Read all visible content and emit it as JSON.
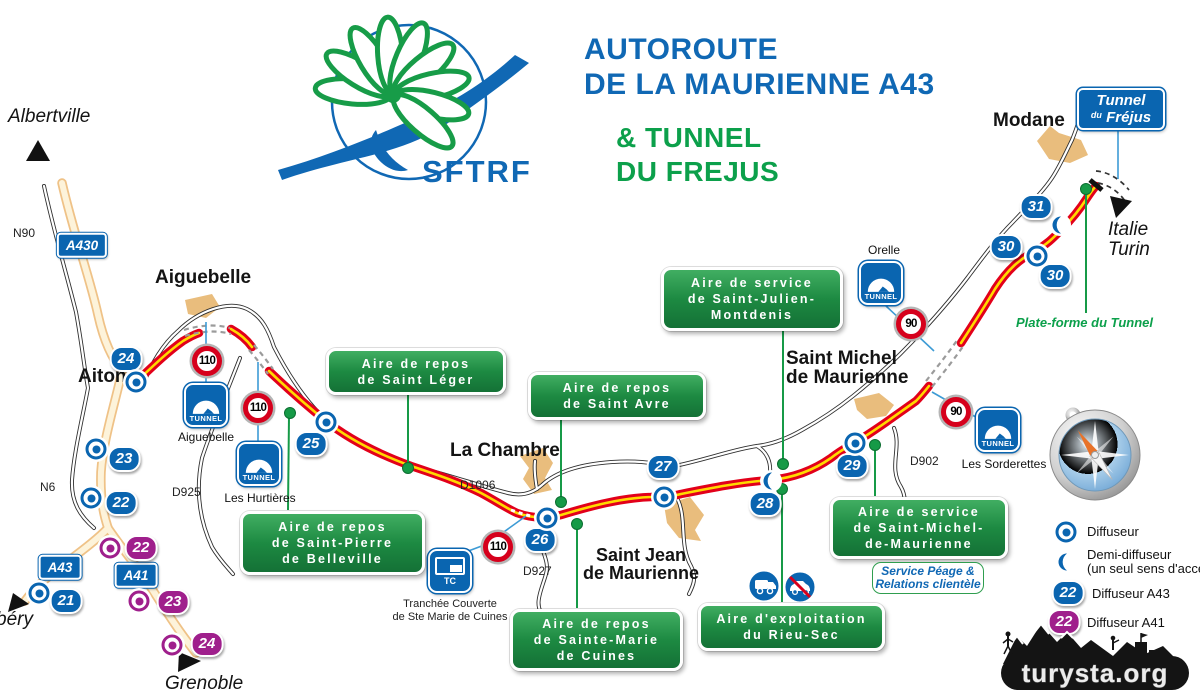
{
  "brand": {
    "org": "SFTRF",
    "title1": "AUTOROUTE",
    "title2": "DE LA MAURIENNE A43",
    "sub1": "& TUNNEL",
    "sub2": "DU FREJUS",
    "credit": "turysta.org"
  },
  "cities": {
    "albertville": "Albertville",
    "aiguebelle": "Aiguebelle",
    "aiton": "Aiton",
    "la_chambre": "La Chambre",
    "saint_jean1": "Saint Jean",
    "saint_jean2": "de Maurienne",
    "saint_michel1": "Saint Michel",
    "saint_michel2": "de Maurienne",
    "modane": "Modane",
    "chambery": "béry",
    "grenoble": "Grenoble",
    "italie1": "Italie",
    "italie2": "Turin"
  },
  "roads": {
    "n90": "N90",
    "n6": "N6",
    "d925": "D925",
    "d1006": "D1006",
    "d927": "D927",
    "d902": "D902"
  },
  "shields": {
    "a430": "A430",
    "a43": "A43",
    "a41": "A41"
  },
  "frejus": {
    "l1": "Tunnel",
    "l2a": "du",
    "l2b": "Fréjus"
  },
  "tunnels": {
    "sign": "TUNNEL",
    "tc": "TC",
    "aiguebelle": "Aiguebelle",
    "hurtieres": "Les Hurtières",
    "orelle": "Orelle",
    "sorderettes": "Les Sorderettes",
    "tranchee1": "Tranchée Couverte",
    "tranchee2": "de Ste Marie de Cuines"
  },
  "speed": {
    "s110": "110",
    "s90": "90"
  },
  "junctions": {
    "b21": "21",
    "b22": "22",
    "b23": "23",
    "b24": "24",
    "b25": "25",
    "b26": "26",
    "b27": "27",
    "b28": "28",
    "b29": "29",
    "b30a": "30",
    "b30b": "30",
    "b31": "31",
    "p22": "22",
    "p23": "23",
    "p24": "24"
  },
  "aires": {
    "saint_leger": [
      "Aire de repos",
      "de Saint Léger"
    ],
    "saint_avre": [
      "Aire de repos",
      "de Saint Avre"
    ],
    "saint_julien": [
      "Aire de service",
      "de Saint-Julien-",
      "Montdenis"
    ],
    "saint_pierre": [
      "Aire de repos",
      "de Saint-Pierre",
      "de Belleville"
    ],
    "sainte_marie": [
      "Aire de repos",
      "de Sainte-Marie",
      "de Cuines"
    ],
    "rieu_sec": [
      "Aire d'exploitation",
      "du Rieu-Sec"
    ],
    "saint_michel": [
      "Aire de service",
      "de Saint-Michel-",
      "de-Maurienne"
    ]
  },
  "notes": {
    "plate_forme": "Plate-forme du Tunnel",
    "service1": "Service Péage &",
    "service2": "Relations clientèle"
  },
  "legend": {
    "diffuseur": "Diffuseur",
    "demi1": "Demi-diffuseur",
    "demi2": "(un seul sens d'accès)",
    "badge43": "22",
    "lbl43": "Diffuseur A43",
    "badge41": "22",
    "lbl41": "Diffuseur A41"
  },
  "colors": {
    "blue": "#0a65b0",
    "green_box": "#1d8a42",
    "green_text": "#0ca04b",
    "road_red": "#e2001a",
    "road_yellow": "#ffd900",
    "purple": "#9f1f8c"
  }
}
